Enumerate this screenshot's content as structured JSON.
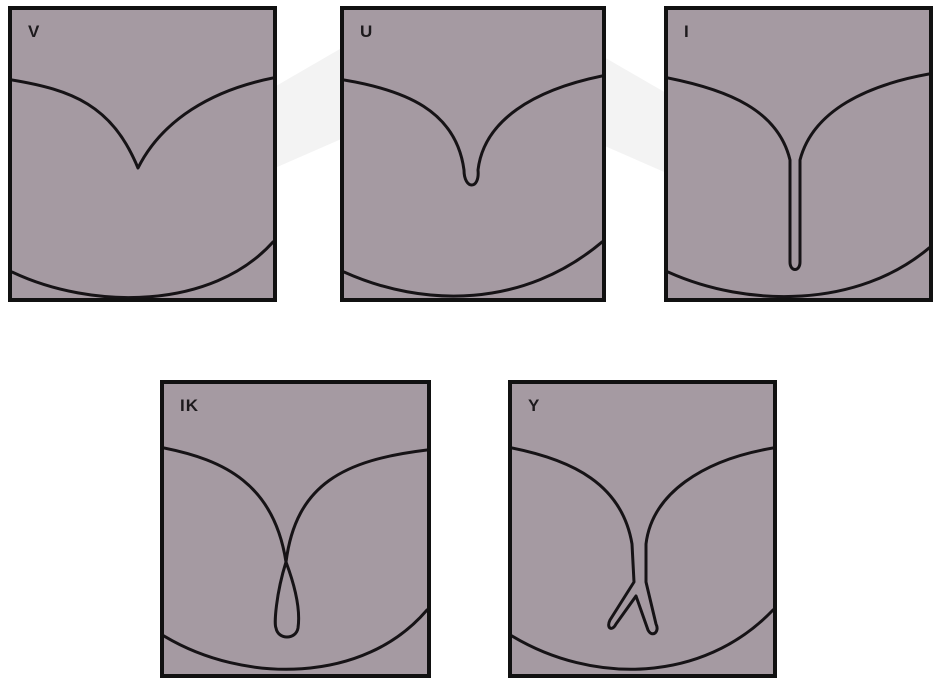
{
  "panels": [
    {
      "id": "v",
      "label": "V"
    },
    {
      "id": "u",
      "label": "U"
    },
    {
      "id": "i",
      "label": "I"
    },
    {
      "id": "ik",
      "label": "IK"
    },
    {
      "id": "y",
      "label": "Y"
    }
  ],
  "colors": {
    "panel_fill": "#a59aa2",
    "panel_border": "#111111",
    "line": "#161316",
    "watermark": "#f1f1f1"
  }
}
